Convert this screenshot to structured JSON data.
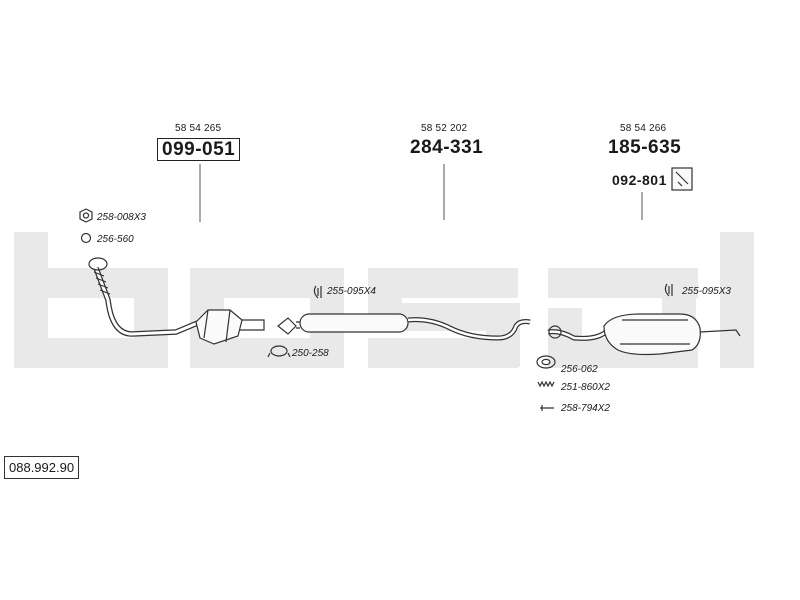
{
  "assembly": {
    "number": "088.992.90"
  },
  "watermark": {
    "text": "bosal",
    "color": "#e8e8e8"
  },
  "front_section": {
    "oe_number": "58 54 265",
    "part_number": "099-051"
  },
  "middle_section": {
    "oe_number": "58 52 202",
    "part_number": "284-331"
  },
  "rear_section": {
    "oe_number": "58 54 266",
    "part_number": "185-635"
  },
  "rear_bracket": {
    "part_number": "092-801"
  },
  "accessories": {
    "nut": "258-008X3",
    "ring_front": "256-560",
    "clamp_mid": "255-095X4",
    "clamp_rear": "255-095X3",
    "clamp_band": "250-258",
    "gasket": "256-062",
    "spring": "251-860X2",
    "bolt": "258-794X2"
  },
  "icons": {
    "nut": "hex-nut-icon",
    "ring": "sealing-ring-icon",
    "clamp": "clamp-icon",
    "band": "band-clamp-icon",
    "gasket": "gasket-icon",
    "spring": "spring-icon",
    "bolt": "bolt-icon",
    "bracket": "bracket-icon"
  }
}
